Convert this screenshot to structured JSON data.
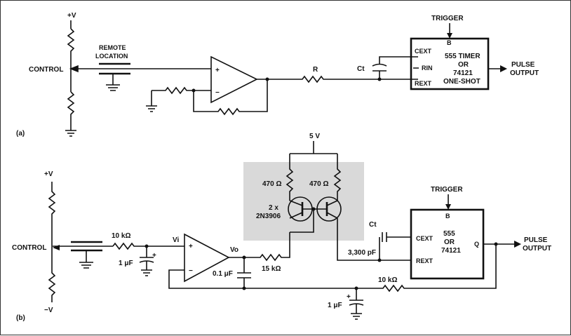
{
  "circuit_a": {
    "panel_label": "(a)",
    "supply_label": "+V",
    "control_label": "CONTROL",
    "remote_label_line1": "REMOTE",
    "remote_label_line2": "LOCATION",
    "opamp_plus": "+",
    "opamp_minus": "−",
    "resistor_r": "R",
    "cap_ct": "Ct",
    "trigger_label": "TRIGGER",
    "trigger_pin": "B",
    "pin_cext": "CEXT",
    "pin_rin": "RIN",
    "pin_rext": "REXT",
    "timer_line1": "555 TIMER",
    "timer_line2": "OR",
    "timer_line3": "74121",
    "timer_line4": "ONE-SHOT",
    "output_line1": "PULSE",
    "output_line2": "OUTPUT"
  },
  "circuit_b": {
    "panel_label": "(b)",
    "supply_pos": "+V",
    "supply_neg": "−V",
    "control_label": "CONTROL",
    "r_input": "10 kΩ",
    "v_in": "Vi",
    "v_out": "Vo",
    "c_input": "1 μF",
    "c_input_plus": "+",
    "c_output": "0.1 μF",
    "r_output": "15 kΩ",
    "supply_5v": "5 V",
    "r_left": "470 Ω",
    "r_right": "470 Ω",
    "transistor_line1": "2 x",
    "transistor_line2": "2N3906",
    "cap_ct": "Ct",
    "cap_ct_value": "3,300 pF",
    "trigger_label": "TRIGGER",
    "trigger_pin": "B",
    "pin_cext": "CEXT",
    "pin_rext": "REXT",
    "pin_q": "Q",
    "timer_line1": "555",
    "timer_line2": "OR",
    "timer_line3": "74121",
    "r_feedback": "10 kΩ",
    "c_feedback": "1 μF",
    "c_feedback_plus": "+",
    "opamp_plus": "+",
    "opamp_minus": "−",
    "output_line1": "PULSE",
    "output_line2": "OUTPUT"
  }
}
